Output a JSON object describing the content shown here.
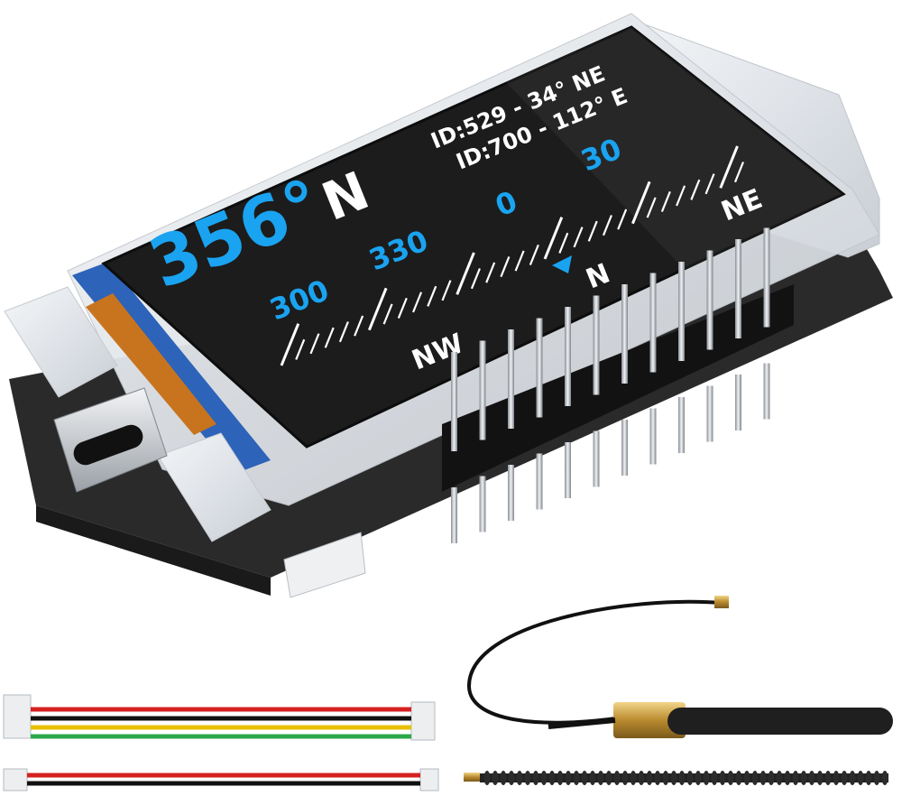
{
  "display": {
    "heading_value": "356°",
    "heading_dir": "N",
    "targets": [
      "ID:529 - 34° NE",
      "ID:700 - 112° E"
    ],
    "scale_numbers": [
      "300",
      "330",
      "0",
      "30"
    ],
    "scale_dirs": [
      "NW",
      "N",
      "NE"
    ],
    "pointer_icon": "triangle-up-icon"
  },
  "colors": {
    "screen_bg": "#1c1c1c",
    "accent_blue": "#1aa3f0",
    "text_white": "#ffffff",
    "pcb": "#222222",
    "wire_red": "#d62020",
    "wire_yellow": "#e8c000",
    "wire_green": "#2aa84a",
    "wire_black": "#111111"
  },
  "parts": {
    "board": "lora-dev-board",
    "connector": "usb-c-port",
    "antenna": "sma-stub-antenna",
    "pcb_antenna": "spring-antenna",
    "cables": [
      "4-pin-cable",
      "2-pin-cable"
    ]
  }
}
